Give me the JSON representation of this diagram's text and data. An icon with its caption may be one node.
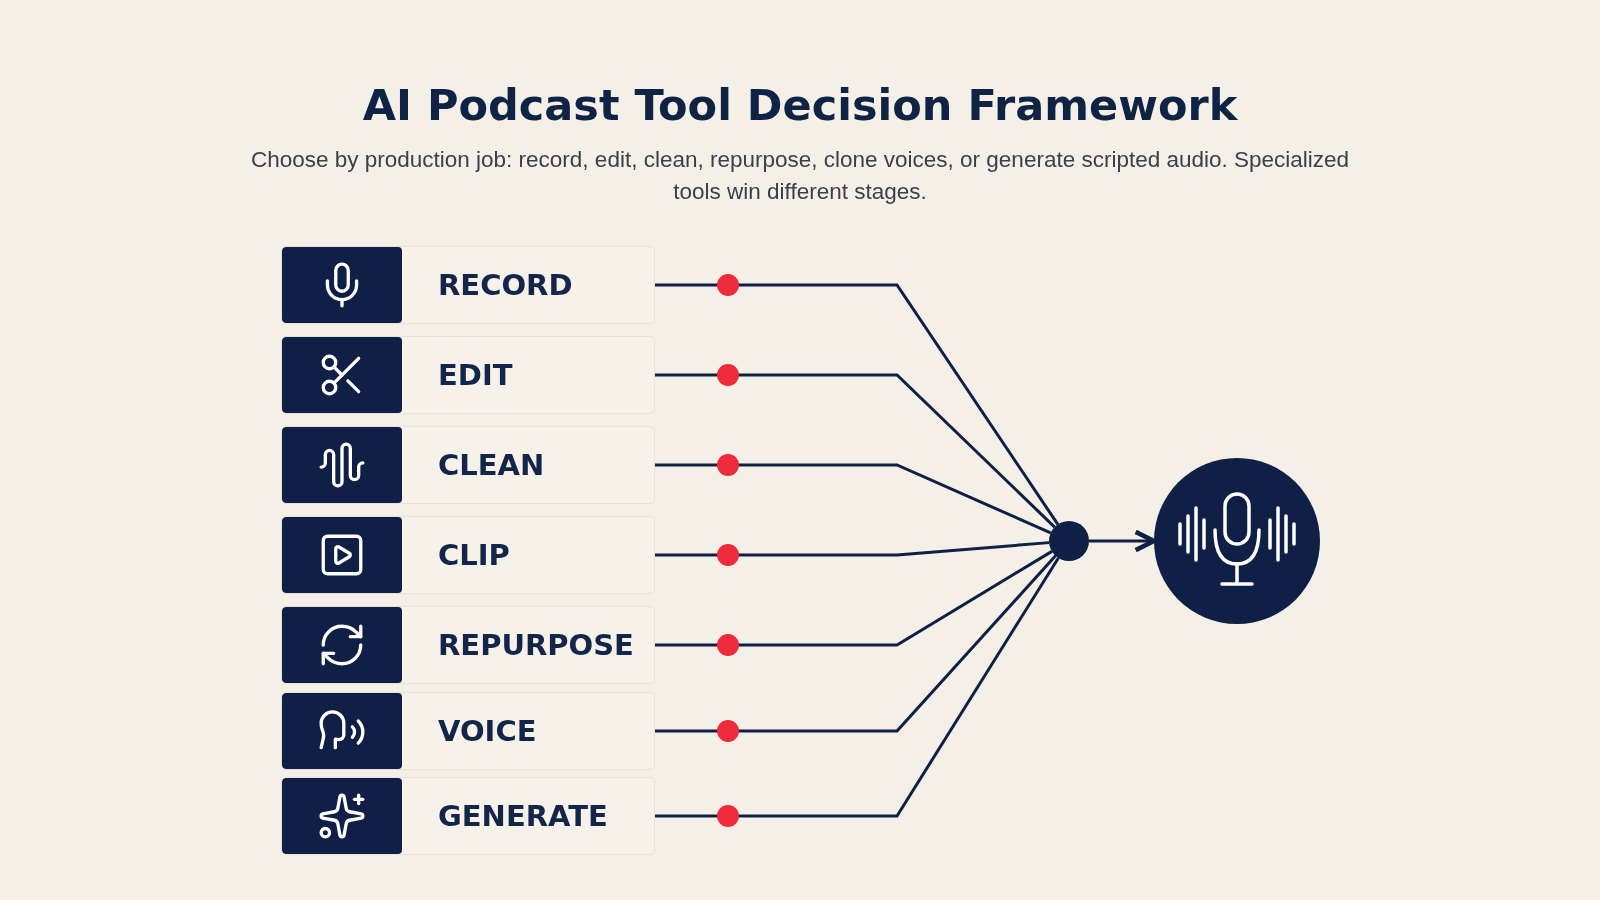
{
  "diagram": {
    "title": "AI Podcast Tool Decision Framework",
    "caption": "Choose by production job: record, edit, clean, repurpose, clone voices, or generate scripted audio. Specialized tools win different stages.",
    "nodes": [
      {
        "text": [
          "RECORD"
        ]
      },
      {
        "text": [
          "EDIT"
        ]
      },
      {
        "text": [
          "CLEAN"
        ]
      },
      {
        "text": [
          "CLIP"
        ]
      },
      {
        "text": [
          "REPURPOSE"
        ]
      },
      {
        "text": [
          "VOICE"
        ]
      },
      {
        "text": [
          "GENERATE"
        ]
      },
      {
        "text": [],
        "shape": "circle"
      },
      {
        "text": [],
        "shape": "circle"
      }
    ],
    "edges": [
      {
        "from": 0,
        "to": 7,
        "arrow": "none"
      },
      {
        "from": 1,
        "to": 7,
        "arrow": "none"
      },
      {
        "from": 2,
        "to": 7,
        "arrow": "none"
      },
      {
        "from": 3,
        "to": 7,
        "arrow": "none"
      },
      {
        "from": 4,
        "to": 7,
        "arrow": "none"
      },
      {
        "from": 5,
        "to": 7,
        "arrow": "none"
      },
      {
        "from": 6,
        "to": 7,
        "arrow": "none"
      },
      {
        "from": 7,
        "to": 8,
        "arrow": "to"
      }
    ]
  }
}
